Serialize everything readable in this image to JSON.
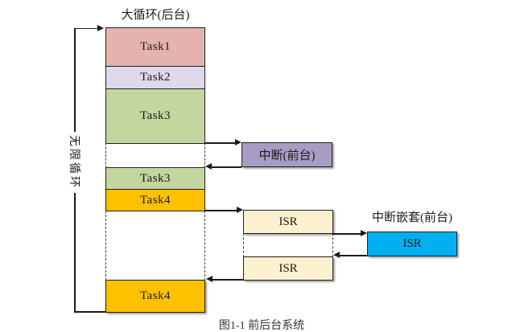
{
  "diagram_title": "大循环(后台)",
  "loop_label": "无限循环",
  "stack_tasks": [
    {
      "label": "Task1"
    },
    {
      "label": "Task2"
    },
    {
      "label": "Task3"
    },
    {
      "label": "Task3"
    },
    {
      "label": "Task4"
    },
    {
      "label": "Task4"
    }
  ],
  "interrupt": {
    "label": "中断(前台)"
  },
  "isr_boxes": [
    {
      "label": "ISR"
    },
    {
      "label": "ISR"
    }
  ],
  "nested_interrupt": {
    "title": "中断嵌套(前台)",
    "label": "ISR"
  },
  "caption": "图1-1 前后台系统",
  "colors": {
    "task1": "#e4b3ae",
    "task2": "#ddd8ec",
    "task3": "#c3d69f",
    "task4": "#ffc000",
    "interrupt": "#a89cc5",
    "isr": "#fdf0cf",
    "nested_isr": "#00b0f0",
    "line": "#1b1b1b"
  }
}
